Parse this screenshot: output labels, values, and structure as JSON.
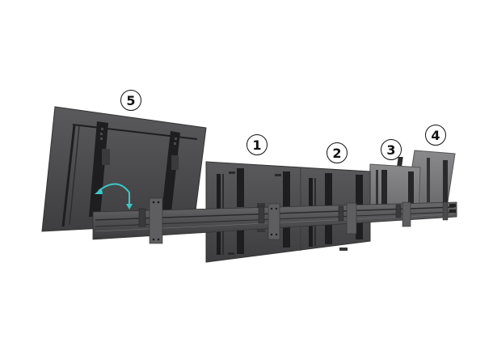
{
  "image": {
    "subject": "Video wall mount rail system with five display positions",
    "background_color": "#ffffff",
    "display_color": "#4a4a4c",
    "rail_color": "#5a5a5c",
    "bracket_color": "#1e1e20",
    "arrow_color": "#3cc8c8"
  },
  "labels": [
    {
      "id": "5",
      "text": "5"
    },
    {
      "id": "1",
      "text": "1"
    },
    {
      "id": "2",
      "text": "2"
    },
    {
      "id": "3",
      "text": "3"
    },
    {
      "id": "4",
      "text": "4"
    }
  ]
}
